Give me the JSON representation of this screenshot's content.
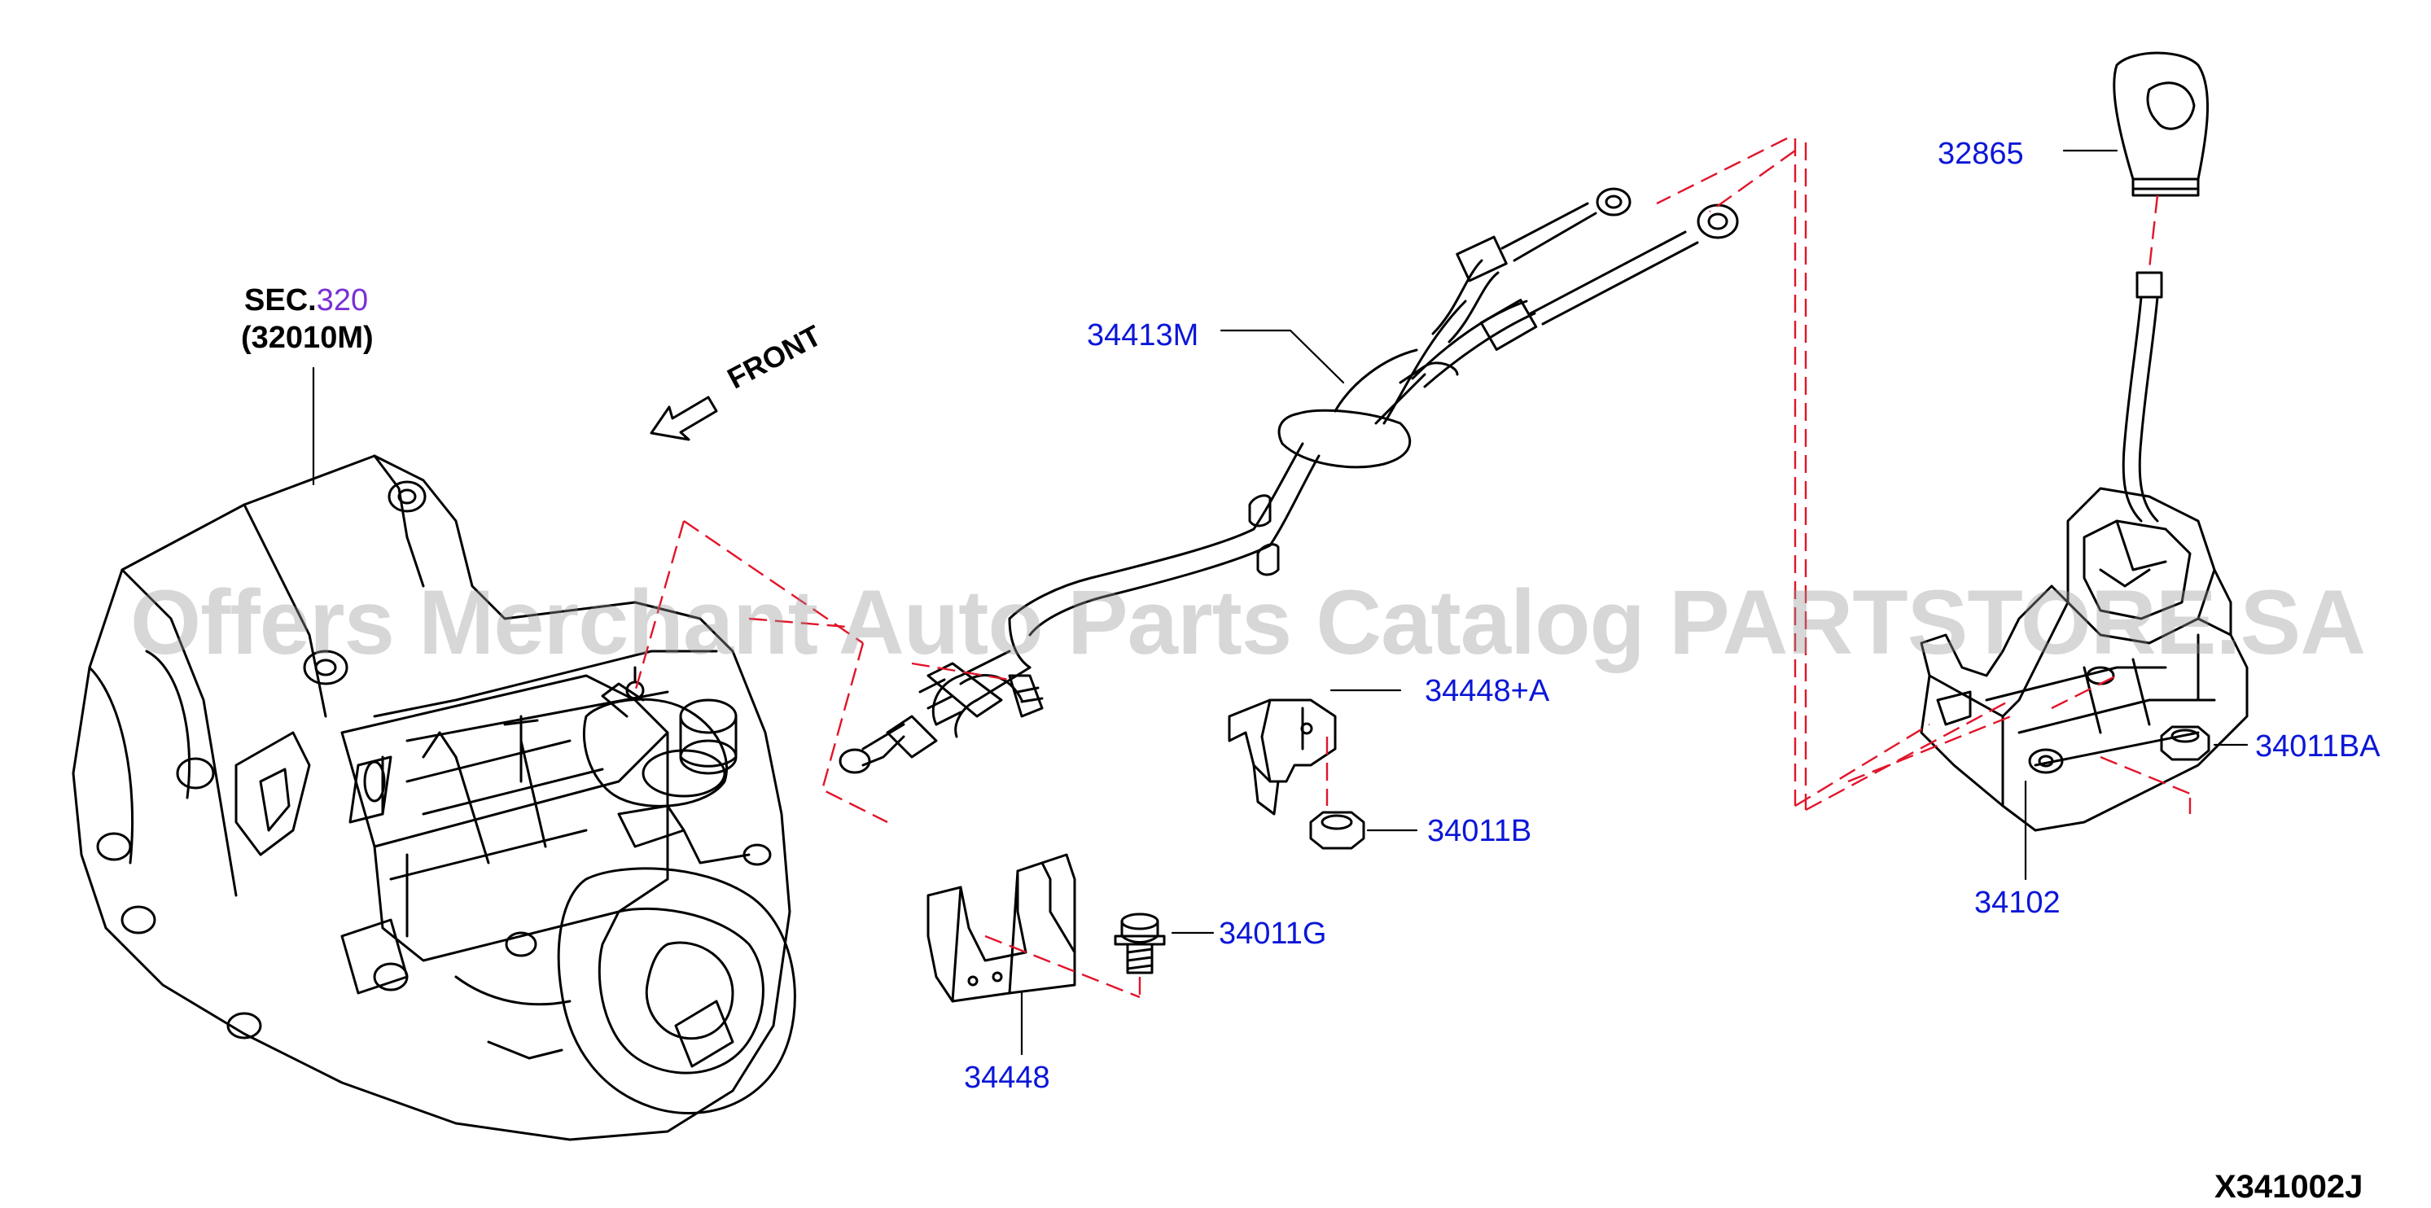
{
  "section": {
    "prefix": "SEC.",
    "number": "320",
    "part": "(32010M)"
  },
  "front_label": "FRONT",
  "parts": {
    "p32865": "32865",
    "p34413M": "34413M",
    "p34448A": "34448+A",
    "p34011B": "34011B",
    "p34011G": "34011G",
    "p34448": "34448",
    "p34011BA": "34011BA",
    "p34102": "34102"
  },
  "diagram_code": "X341002J",
  "watermark": "Offers Merchant Auto Parts Catalog PARTSTORE.SA",
  "colors": {
    "part_label": "#0b16d8",
    "leader_dashed": "#e2142a",
    "linework": "#000000",
    "section_number": "#7a2fd6"
  }
}
